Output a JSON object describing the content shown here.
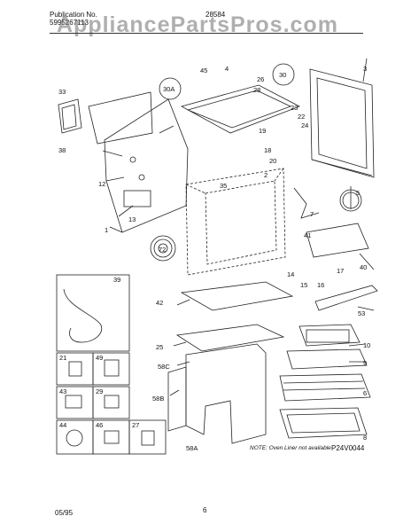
{
  "header": {
    "publication_label": "Publication No.",
    "publication_number": "5995267113",
    "model": "28584",
    "watermark": "AppliancePartsPros.com"
  },
  "diagram": {
    "part_callouts": [
      {
        "id": "c33",
        "text": "33"
      },
      {
        "id": "c38",
        "text": "38"
      },
      {
        "id": "c12",
        "text": "12"
      },
      {
        "id": "c13",
        "text": "13"
      },
      {
        "id": "c1",
        "text": "1"
      },
      {
        "id": "c45",
        "text": "45"
      },
      {
        "id": "c4",
        "text": "4"
      },
      {
        "id": "c30A",
        "text": "30A"
      },
      {
        "id": "c30",
        "text": "30"
      },
      {
        "id": "c26",
        "text": "26"
      },
      {
        "id": "c28",
        "text": "28"
      },
      {
        "id": "c23",
        "text": "23"
      },
      {
        "id": "c22",
        "text": "22"
      },
      {
        "id": "c24",
        "text": "24"
      },
      {
        "id": "c19",
        "text": "19"
      },
      {
        "id": "c18",
        "text": "18"
      },
      {
        "id": "c20",
        "text": "20"
      },
      {
        "id": "c2",
        "text": "2"
      },
      {
        "id": "c35",
        "text": "35"
      },
      {
        "id": "c3",
        "text": "3"
      },
      {
        "id": "c5",
        "text": "5"
      },
      {
        "id": "c7",
        "text": "7"
      },
      {
        "id": "c41",
        "text": "41"
      },
      {
        "id": "c40",
        "text": "40"
      },
      {
        "id": "c14",
        "text": "14"
      },
      {
        "id": "c15",
        "text": "15"
      },
      {
        "id": "c16",
        "text": "16"
      },
      {
        "id": "c17",
        "text": "17"
      },
      {
        "id": "c72",
        "text": "72"
      },
      {
        "id": "c42",
        "text": "42"
      },
      {
        "id": "c53",
        "text": "53"
      },
      {
        "id": "c25",
        "text": "25"
      },
      {
        "id": "c10",
        "text": "10"
      },
      {
        "id": "c9",
        "text": "9"
      },
      {
        "id": "c58C",
        "text": "58C"
      },
      {
        "id": "c6",
        "text": "6"
      },
      {
        "id": "c58B",
        "text": "58B"
      },
      {
        "id": "c8",
        "text": "8"
      },
      {
        "id": "c58A",
        "text": "58A"
      },
      {
        "id": "c39",
        "text": "39"
      },
      {
        "id": "c21",
        "text": "21"
      },
      {
        "id": "c49",
        "text": "49"
      },
      {
        "id": "c43",
        "text": "43"
      },
      {
        "id": "c29",
        "text": "29"
      },
      {
        "id": "c44",
        "text": "44"
      },
      {
        "id": "c46",
        "text": "46"
      },
      {
        "id": "c27",
        "text": "27"
      }
    ],
    "note": "NOTE: Oven Liner not available",
    "figure_code": "P24V0044"
  },
  "footer": {
    "date": "05/95",
    "page": "6"
  }
}
